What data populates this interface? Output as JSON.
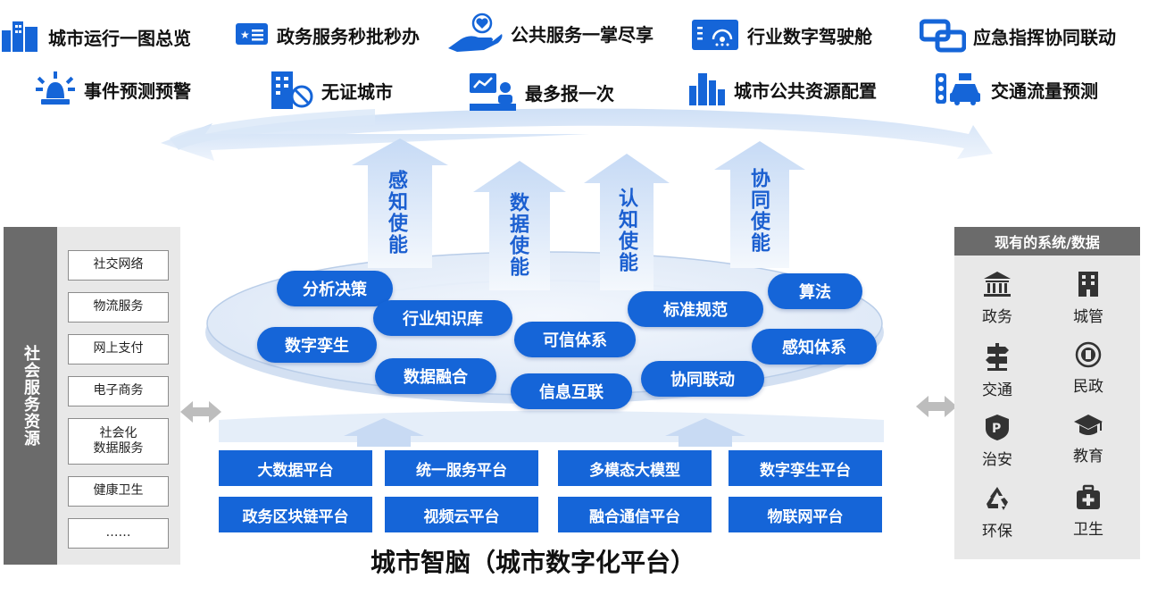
{
  "applications": [
    {
      "label": "城市运行一图总览",
      "icon": "city-buildings-icon"
    },
    {
      "label": "政务服务秒批秒办",
      "icon": "id-card-icon"
    },
    {
      "label": "公共服务一掌尽享",
      "icon": "hand-heart-icon"
    },
    {
      "label": "行业数字驾驶舱",
      "icon": "dashboard-icon"
    },
    {
      "label": "应急指挥协同联动",
      "icon": "linked-squares-icon"
    },
    {
      "label": "事件预测预警",
      "icon": "alarm-light-icon"
    },
    {
      "label": "无证城市",
      "icon": "building-badge-icon"
    },
    {
      "label": "最多报一次",
      "icon": "report-desk-icon"
    },
    {
      "label": "城市公共资源配置",
      "icon": "skyline-icon"
    },
    {
      "label": "交通流量预测",
      "icon": "traffic-car-icon"
    }
  ],
  "enablements": [
    "感知使能",
    "数据使能",
    "认知使能",
    "协同使能"
  ],
  "capabilities": [
    "分析决策",
    "行业知识库",
    "标准规范",
    "算法",
    "数字孪生",
    "可信体系",
    "感知体系",
    "数据融合",
    "信息互联",
    "协同联动"
  ],
  "platforms": [
    "大数据平台",
    "统一服务平台",
    "多模态大模型",
    "数字孪生平台",
    "政务区块链平台",
    "视频云平台",
    "融合通信平台",
    "物联网平台"
  ],
  "brain_title": "城市智脑（城市数字化平台）",
  "social_resources": {
    "title": "社会服务资源",
    "items": [
      "社交网络",
      "物流服务",
      "网上支付",
      "电子商务",
      "社会化数据服务",
      "健康卫生",
      "……"
    ]
  },
  "existing_systems": {
    "title": "现有的系统/数据",
    "items": [
      {
        "label": "政务",
        "icon": "government-building-icon"
      },
      {
        "label": "城管",
        "icon": "office-tower-icon"
      },
      {
        "label": "交通",
        "icon": "signpost-icon"
      },
      {
        "label": "民政",
        "icon": "civil-affairs-emblem-icon"
      },
      {
        "label": "治安",
        "icon": "police-badge-icon"
      },
      {
        "label": "教育",
        "icon": "graduation-cap-icon"
      },
      {
        "label": "环保",
        "icon": "recycle-icon"
      },
      {
        "label": "卫生",
        "icon": "medical-kit-icon"
      }
    ]
  },
  "colors": {
    "primary_blue": "#1565d8",
    "grey_strip": "#6b6b6b",
    "panel_bg": "#e8e8e8"
  }
}
